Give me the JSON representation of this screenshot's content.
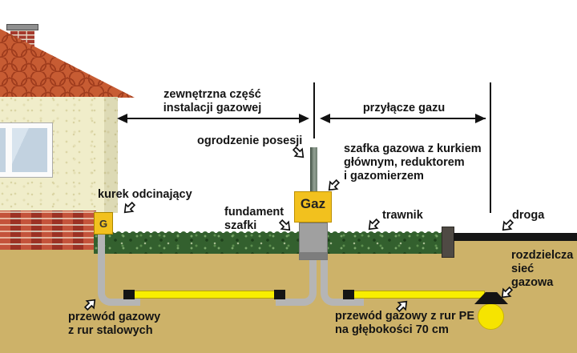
{
  "labels": {
    "external_installation": "zewnętrzna część\ninstalacji gazowej",
    "gas_connection": "przyłącze gazu",
    "property_fence": "ogrodzenie posesji",
    "gas_cabinet": "szafka gazowa z kurkiem\ngłównym, reduktorem\ni gazomierzem",
    "shutoff_valve": "kurek odcinający",
    "cabinet_foundation": "fundament\nszafki",
    "lawn": "trawnik",
    "road": "droga",
    "distribution_network": "rozdzielcza\nsieć\ngazowa",
    "steel_pipe": "przewód gazowy\nz rur stalowych",
    "pe_pipe": "przewód gazowy z rur PE\nna głębokości 70 cm"
  },
  "markers": {
    "g_box": "G",
    "gas_box": "Gaz"
  },
  "colors": {
    "box_yellow": "#f2c11e",
    "pipe_yellow": "#f8ee00",
    "steel_gray": "#b5b5b5",
    "grass_green": "#33602e",
    "ground_tan": "#cdb269",
    "roof_orange": "#c75c33",
    "road_black": "#161616"
  }
}
